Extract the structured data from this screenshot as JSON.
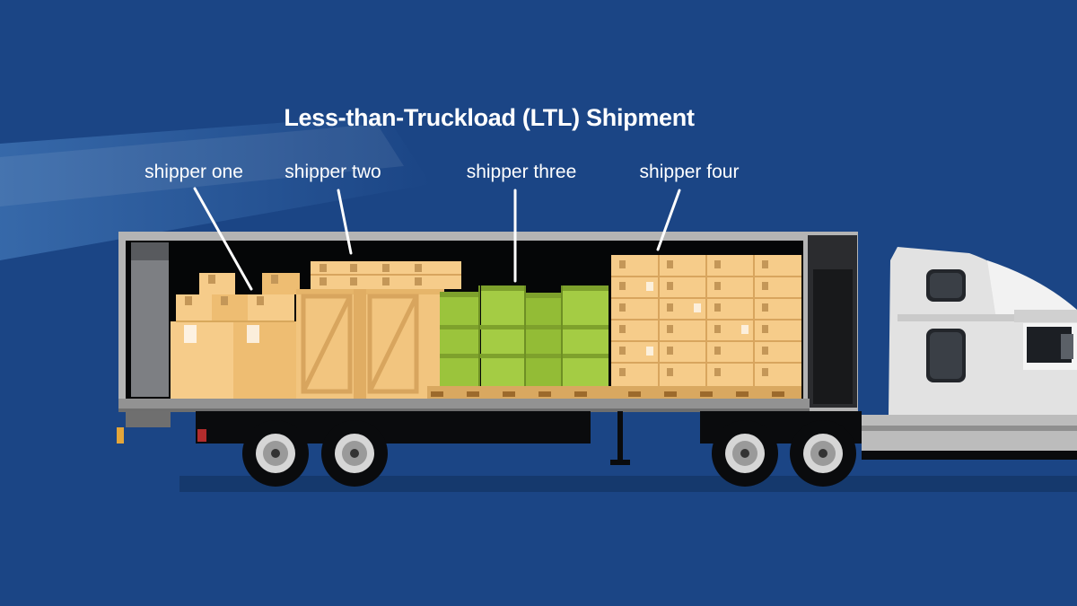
{
  "title": "Less-than-Truckload (LTL) Shipment",
  "labels": {
    "shipper_one": "shipper one",
    "shipper_two": "shipper two",
    "shipper_three": "shipper three",
    "shipper_four": "shipper four"
  },
  "colors": {
    "background": "#1b4585",
    "cardboard": "#f6cc8a",
    "crate": "#f2c57f",
    "barrel": "#9bc43c",
    "cab": "#e2e2e2",
    "trailer_frame": "#b4b4b4"
  }
}
